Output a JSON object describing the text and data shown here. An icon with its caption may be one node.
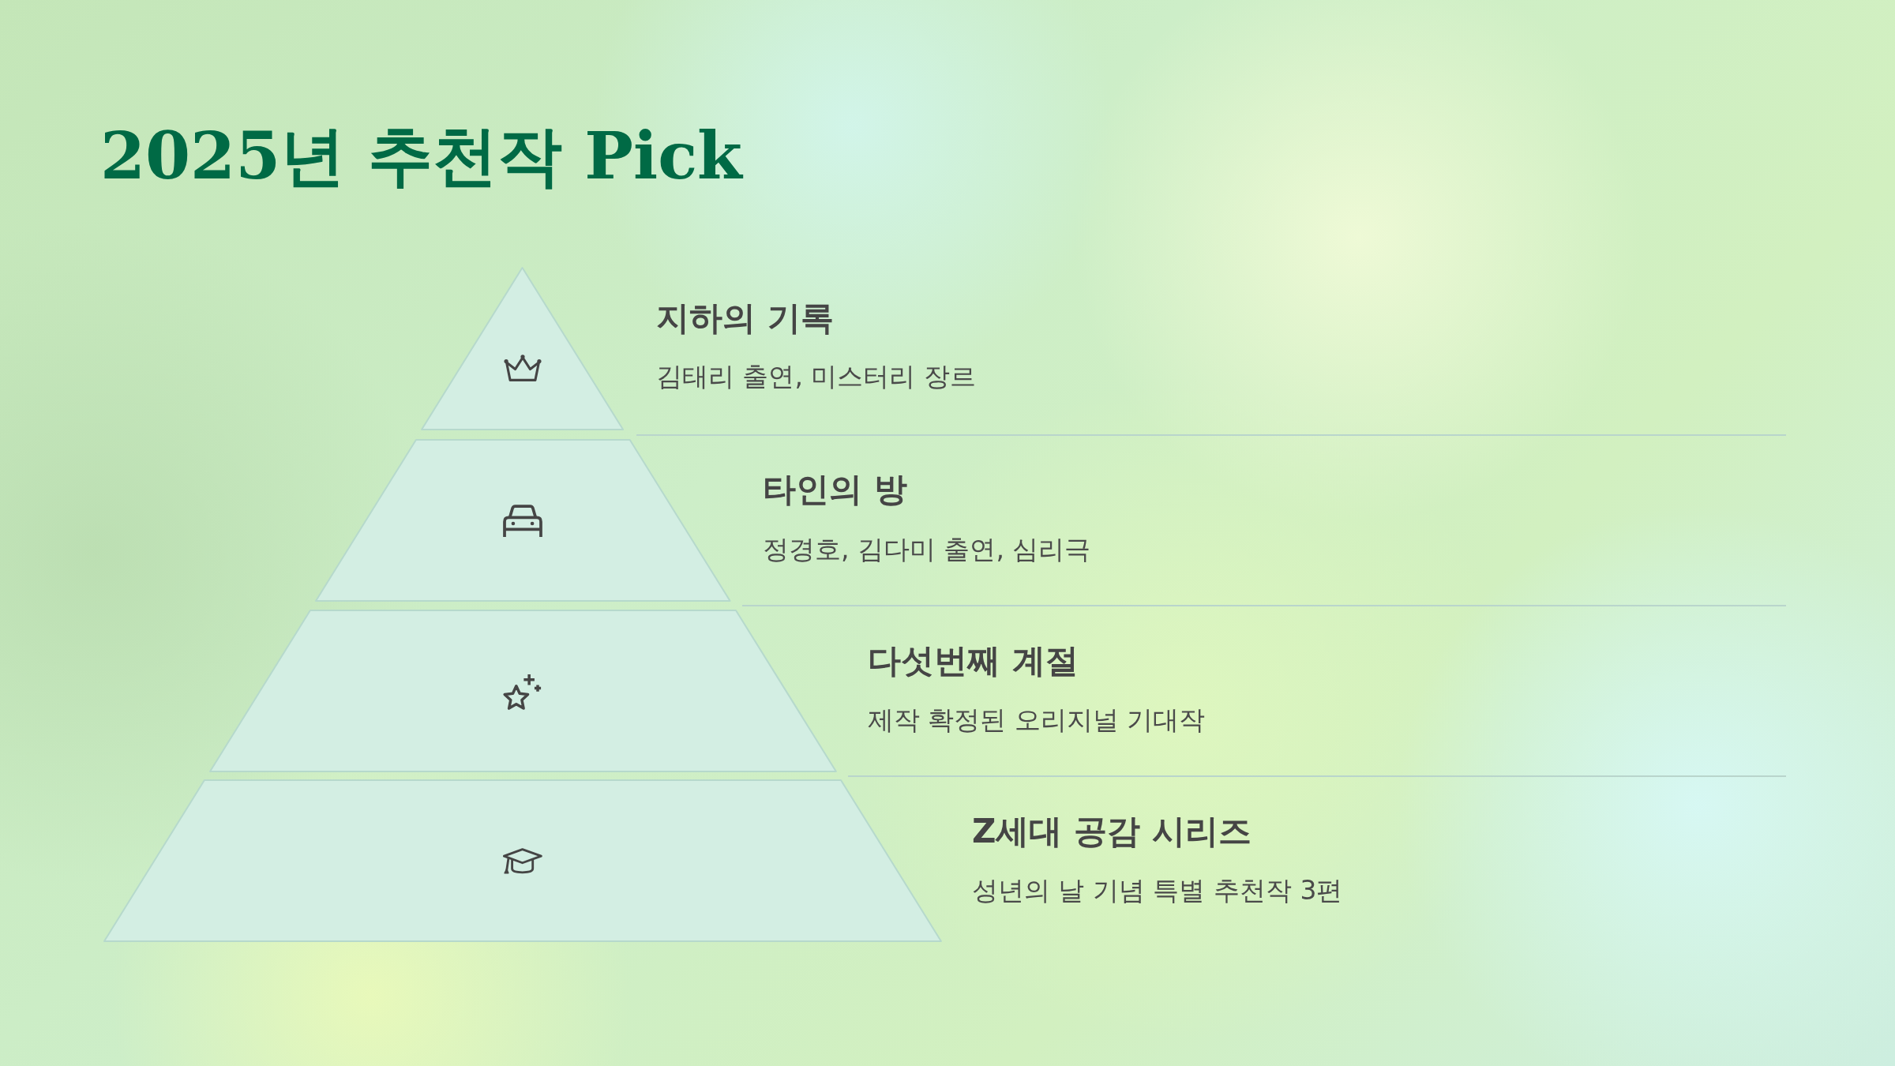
{
  "diagram": {
    "title": "2025년 추천작 Pick",
    "nodes": [
      {
        "text": [],
        "shape": "triangle",
        "beside": [
          "지하의 기록",
          "김태리 출연, 미스터리 장르"
        ]
      },
      {
        "text": [],
        "shape": "trapezoid",
        "beside": [
          "타인의 방",
          "정경호, 김다미 출연, 심리극"
        ]
      },
      {
        "text": [],
        "shape": "trapezoid",
        "beside": [
          "다섯번째 계절",
          "제작 확정된 오리지널 기대작"
        ]
      },
      {
        "text": [],
        "shape": "trapezoid",
        "beside": [
          "Z세대 공감 시리즈",
          "성년의 날 기념 특별 추천작 3편"
        ]
      }
    ]
  }
}
